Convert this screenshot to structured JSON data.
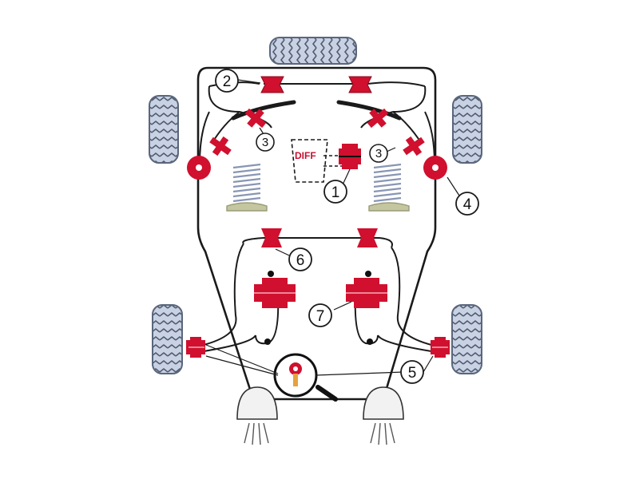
{
  "diagram": {
    "diff_label": "DIFF",
    "callouts": [
      "1",
      "2",
      "3",
      "3",
      "4",
      "5",
      "6",
      "7"
    ]
  },
  "colors": {
    "bush_red": "#d0102e",
    "line": "#1a1a1a",
    "tyre_fill": "#c9d2e3",
    "tyre_stroke": "#5a667c",
    "spring": "#8896b4",
    "spring_seat": "#c4c6a0"
  }
}
